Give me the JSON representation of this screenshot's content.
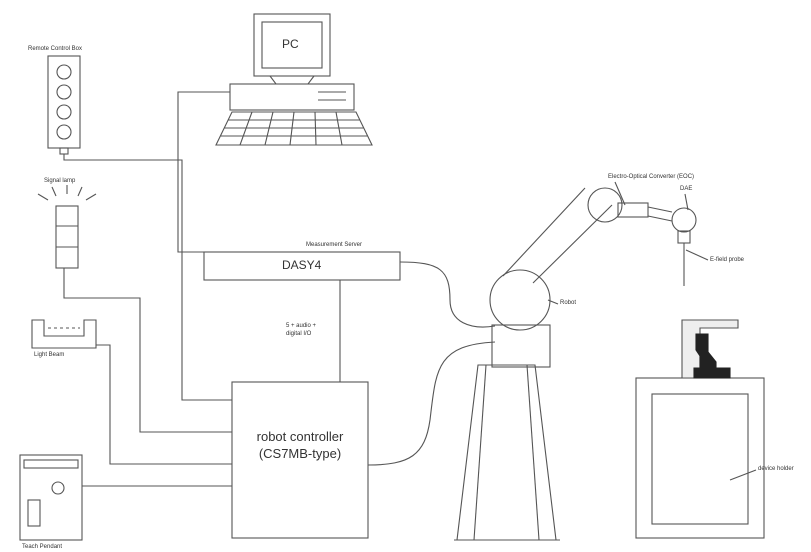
{
  "labels": {
    "remote_control_box": "Remote Control Box",
    "pc": "PC",
    "signal_lamp": "Signal lamp",
    "measurement_server": "Measurement Server",
    "dasy4": "DASY4",
    "light_beam": "Light Beam",
    "io_cable": "5 + audio + digital I/O",
    "robot": "Robot",
    "eoc": "Electro-Optical Converter (EOC)",
    "dae": "DAE",
    "e_field_probe": "E-field probe",
    "robot_controller": "robot controller (CS7MB-type)",
    "teach_pendant": "Teach Pendant",
    "device_holder": "device holder"
  },
  "colors": {
    "line": "#555555",
    "text": "#333333",
    "light_fill": "#eeeeee",
    "dark_fill": "#222222"
  }
}
